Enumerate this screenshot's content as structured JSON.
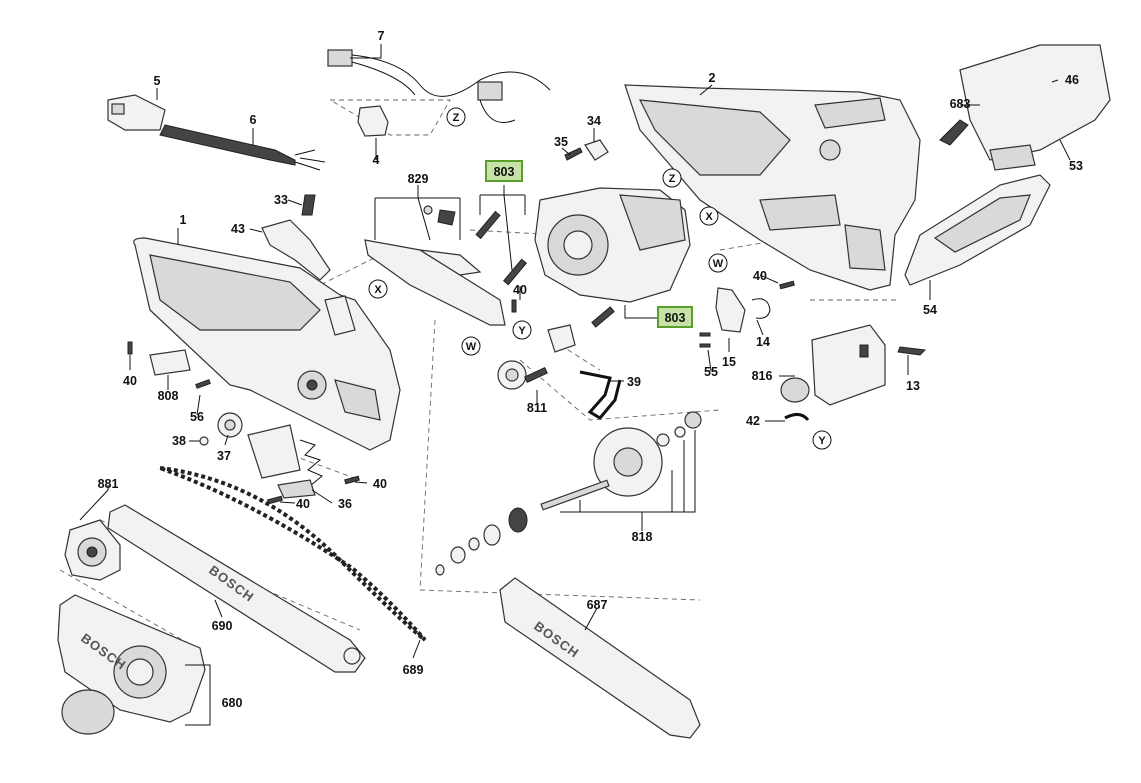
{
  "part_labels": {
    "p1": "1",
    "p2": "2",
    "p4": "4",
    "p5": "5",
    "p6": "6",
    "p7": "7",
    "p13": "13",
    "p14": "14",
    "p15": "15",
    "p33": "33",
    "p34": "34",
    "p35": "35",
    "p36": "36",
    "p37": "37",
    "p38": "38",
    "p39": "39",
    "p40a": "40",
    "p40b": "40",
    "p40c": "40",
    "p40d": "40",
    "p40e": "40",
    "p42": "42",
    "p43": "43",
    "p46": "46",
    "p53": "53",
    "p54": "54",
    "p55": "55",
    "p56": "56",
    "p680": "680",
    "p683": "683",
    "p687": "687",
    "p689": "689",
    "p690": "690",
    "p803a": "803",
    "p803b": "803",
    "p808": "808",
    "p811": "811",
    "p816": "816",
    "p818": "818",
    "p829": "829",
    "p881": "881"
  },
  "reference_markers": {
    "z1": "Z",
    "z2": "Z",
    "x1": "X",
    "x2": "X",
    "y1": "Y",
    "y2": "Y",
    "w1": "W",
    "w2": "W"
  },
  "brand_text": {
    "bar": "BOSCH",
    "cover": "BOSCH",
    "guard": "BOSCH"
  },
  "colors": {
    "highlight_fill": "#c6e2a6",
    "highlight_border": "#5a9e2b",
    "line": "#111111"
  }
}
